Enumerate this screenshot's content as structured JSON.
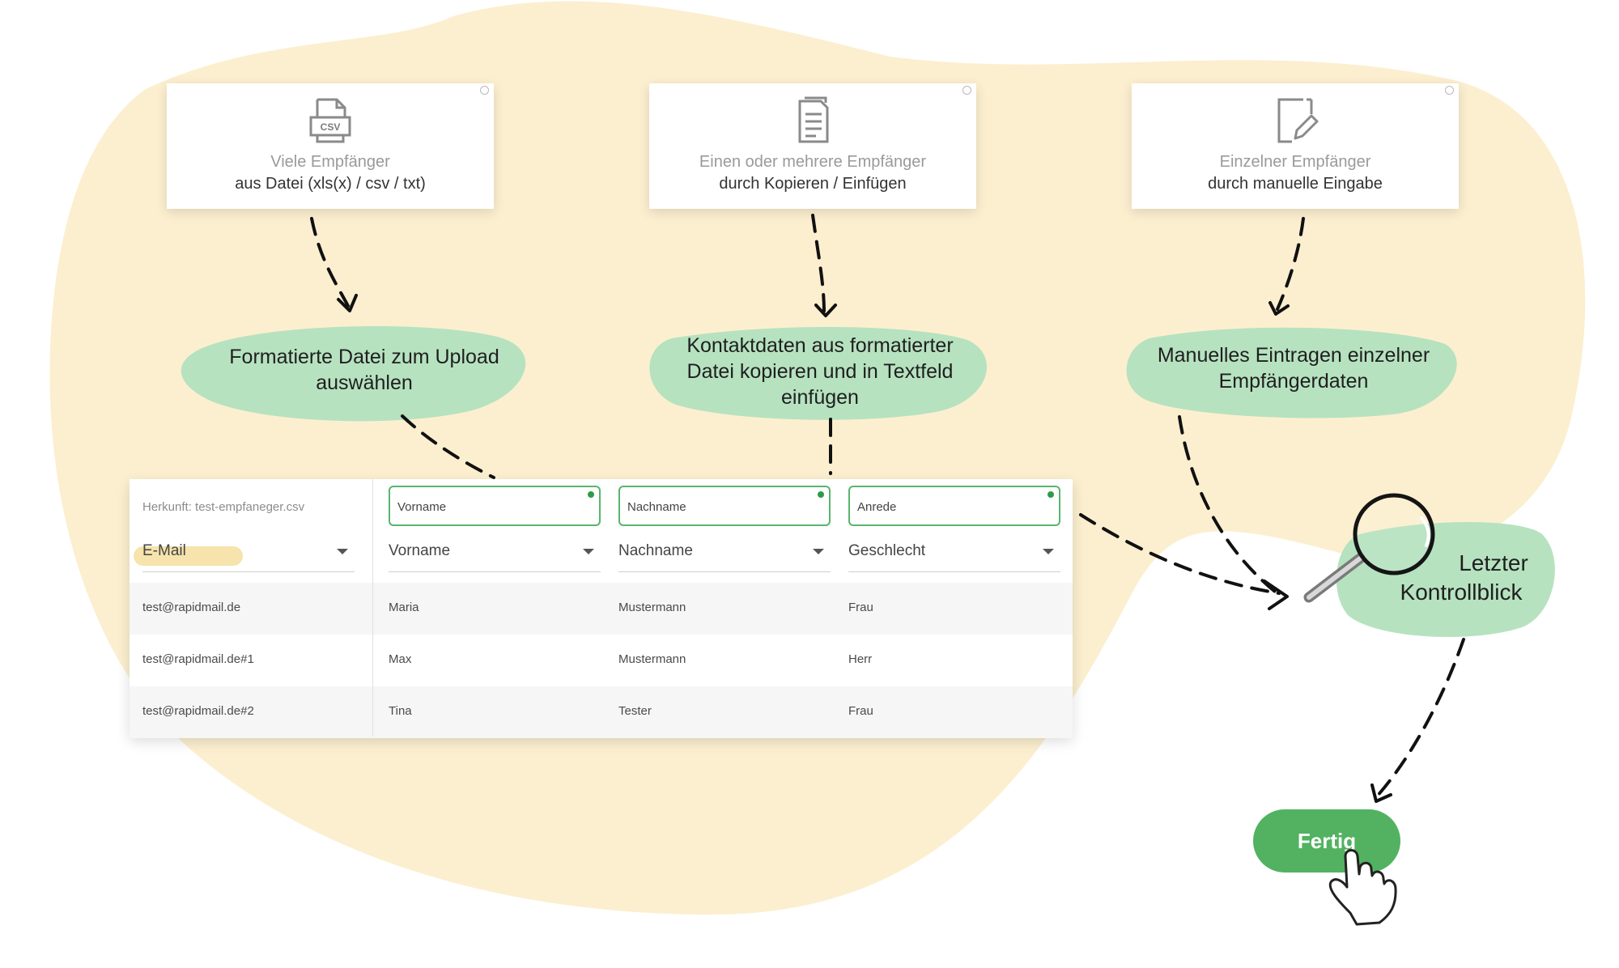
{
  "cards": [
    {
      "line1": "Viele Empfänger",
      "line2": "aus Datei (xls(x) / csv / txt)",
      "icon": "csv-file-icon",
      "icon_text": "CSV"
    },
    {
      "line1": "Einen oder mehrere Empfänger",
      "line2": "durch Kopieren / Einfügen",
      "icon": "document-icon"
    },
    {
      "line1": "Einzelner Empfänger",
      "line2": "durch manuelle Eingabe",
      "icon": "edit-document-icon"
    }
  ],
  "steps": {
    "upload": "Formatierte Datei zum Upload auswählen",
    "copy": "Kontaktdaten aus formatierter Datei kopieren und in Textfeld einfügen",
    "manual": "Manuelles Eintragen einzelner Empfängerdaten"
  },
  "table": {
    "origin": "Herkunft: test-empfaneger.csv",
    "fields": [
      "Vorname",
      "Nachname",
      "Anrede"
    ],
    "selects": [
      "E-Mail",
      "Vorname",
      "Nachname",
      "Geschlecht"
    ],
    "rows": [
      [
        "test@rapidmail.de",
        "Maria",
        "Mustermann",
        "Frau"
      ],
      [
        "test@rapidmail.de#1",
        "Max",
        "Mustermann",
        "Herr"
      ],
      [
        "test@rapidmail.de#2",
        "Tina",
        "Tester",
        "Frau"
      ]
    ]
  },
  "last_check": {
    "line1": "Letzter",
    "line2": "Kontrollblick"
  },
  "done_button": "Fertig",
  "colors": {
    "blob": "#fcefcf",
    "green_blob": "#b6e2c0",
    "button": "#52b261",
    "field_border": "#58b56c"
  }
}
